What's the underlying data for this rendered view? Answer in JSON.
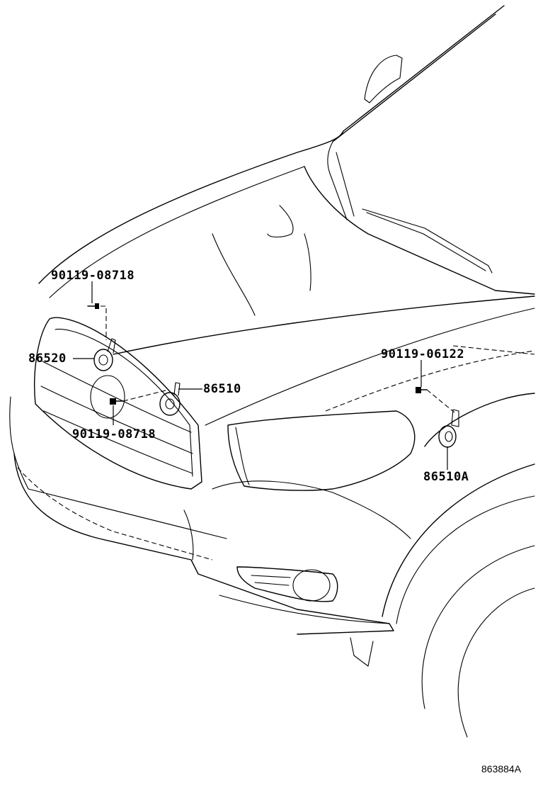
{
  "callouts": {
    "bolt_upper_left": "90119-08718",
    "horn_low_left": "86520",
    "horn_high_center": "86510",
    "bolt_lower_center": "90119-08718",
    "bolt_right": "90119-06122",
    "horn_right": "86510A"
  },
  "diagram_id": "863884A"
}
